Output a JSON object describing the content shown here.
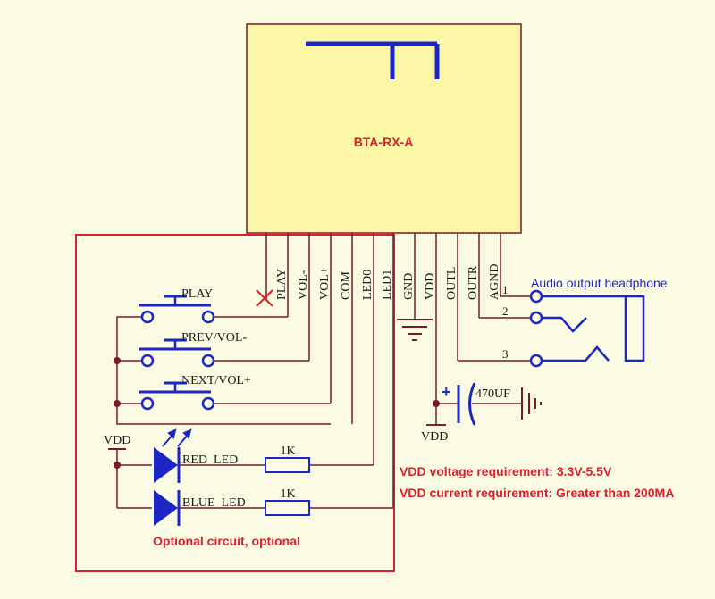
{
  "module": {
    "name": "BTA-RX-A"
  },
  "pins": [
    "PLAY",
    "VOL-",
    "VOL+",
    "COM",
    "LED0",
    "LED1",
    "GND",
    "VDD",
    "OUTL",
    "OUTR",
    "AGND"
  ],
  "buttons": [
    "PLAY",
    "PREV/VOL-",
    "NEXT/VOL+"
  ],
  "leds": [
    "RED  LED",
    "BLUE  LED"
  ],
  "resistors": [
    "1K",
    "1K"
  ],
  "vdd_labels": [
    "VDD",
    "VDD"
  ],
  "capacitor": {
    "value": "470UF",
    "polarity": "+"
  },
  "headphone": {
    "title": "Audio output headphone",
    "pins": [
      "1",
      "2",
      "3"
    ]
  },
  "notes": {
    "voltage": "VDD voltage requirement: 3.3V-5.5V",
    "current": "VDD current requirement: Greater than 200MA",
    "optional": "Optional circuit, optional"
  },
  "colors": {
    "background": "#fbfbe3",
    "module_fill": "#fcf7a6",
    "wire": "#7a1a28",
    "component": "#1c26c4",
    "frame": "#d8212f",
    "note_text": "#d8212f",
    "module_text": "#d8212f",
    "label_text": "#1a1a1a"
  }
}
